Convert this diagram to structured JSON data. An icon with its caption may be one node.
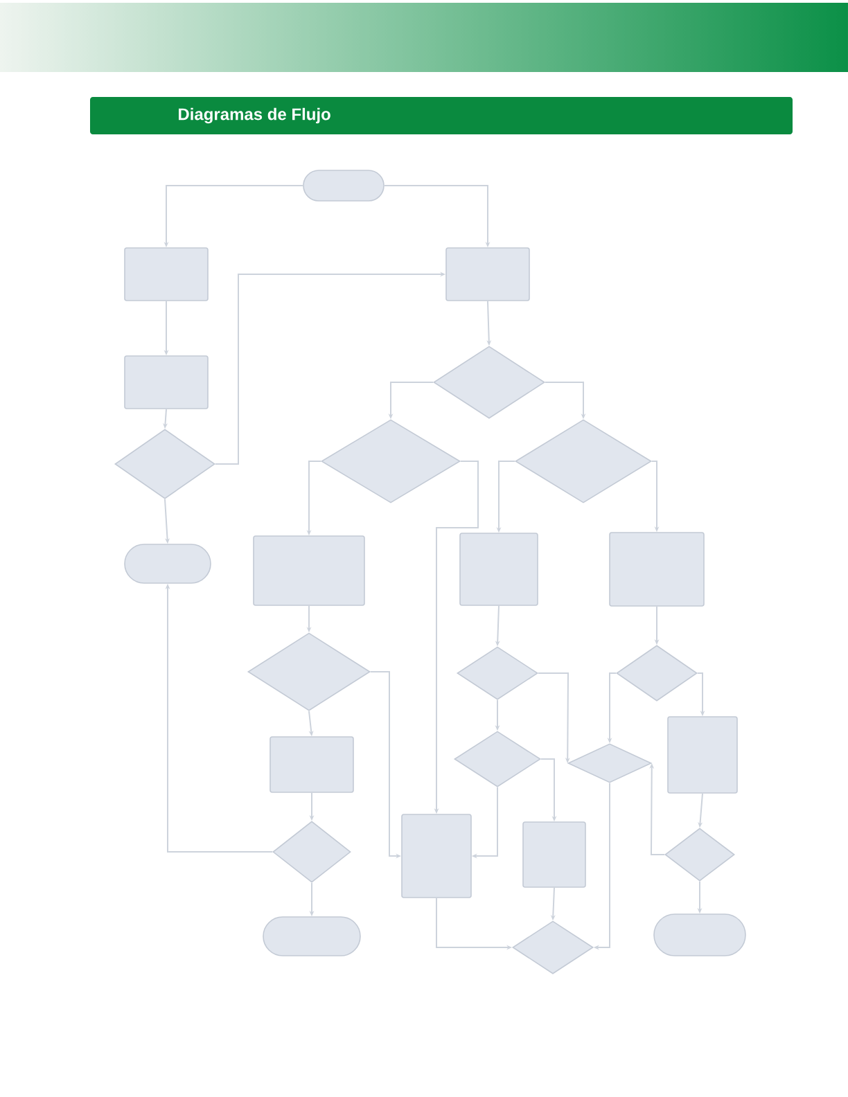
{
  "diagram": {
    "title": "Diagramas de Flujo",
    "nodes": [
      {
        "text": [],
        "shape": "oval"
      },
      {
        "text": [],
        "shape": "box"
      },
      {
        "text": [],
        "shape": "box"
      },
      {
        "text": [],
        "shape": "box"
      },
      {
        "text": [],
        "shape": "diamond"
      },
      {
        "text": [],
        "shape": "diamond"
      },
      {
        "text": [],
        "shape": "diamond"
      },
      {
        "text": [],
        "shape": "diamond"
      },
      {
        "text": [],
        "shape": "oval"
      },
      {
        "text": [],
        "shape": "box"
      },
      {
        "text": [],
        "shape": "box"
      },
      {
        "text": [],
        "shape": "box"
      },
      {
        "text": [],
        "shape": "diamond"
      },
      {
        "text": [],
        "shape": "diamond"
      },
      {
        "text": [],
        "shape": "diamond"
      },
      {
        "text": [],
        "shape": "box"
      },
      {
        "text": [],
        "shape": "diamond"
      },
      {
        "text": [],
        "shape": "diamond"
      },
      {
        "text": [],
        "shape": "box"
      },
      {
        "text": [],
        "shape": "box"
      },
      {
        "text": [],
        "shape": "box"
      },
      {
        "text": [],
        "shape": "diamond"
      },
      {
        "text": [],
        "shape": "diamond"
      },
      {
        "text": [],
        "shape": "oval"
      },
      {
        "text": [],
        "shape": "diamond"
      },
      {
        "text": [],
        "shape": "oval"
      }
    ],
    "edges": [
      {
        "from": 0,
        "to": 1,
        "arrow": "to"
      },
      {
        "from": 0,
        "to": 2,
        "arrow": "to"
      },
      {
        "from": 1,
        "to": 3,
        "arrow": "to"
      },
      {
        "from": 3,
        "to": 5,
        "arrow": "to"
      },
      {
        "from": 5,
        "to": 2,
        "arrow": "to"
      },
      {
        "from": 5,
        "to": 8,
        "arrow": "to"
      },
      {
        "from": 2,
        "to": 4,
        "arrow": "to"
      },
      {
        "from": 4,
        "to": 6,
        "arrow": "to"
      },
      {
        "from": 4,
        "to": 7,
        "arrow": "to"
      },
      {
        "from": 6,
        "to": 9,
        "arrow": "to"
      },
      {
        "from": 6,
        "to": 19,
        "arrow": "to"
      },
      {
        "from": 7,
        "to": 10,
        "arrow": "to"
      },
      {
        "from": 7,
        "to": 11,
        "arrow": "to"
      },
      {
        "from": 9,
        "to": 12,
        "arrow": "to"
      },
      {
        "from": 12,
        "to": 15,
        "arrow": "to"
      },
      {
        "from": 12,
        "to": 19,
        "arrow": "to"
      },
      {
        "from": 15,
        "to": 21,
        "arrow": "to"
      },
      {
        "from": 21,
        "to": 8,
        "arrow": "to"
      },
      {
        "from": 21,
        "to": 23,
        "arrow": "to"
      },
      {
        "from": 10,
        "to": 13,
        "arrow": "to"
      },
      {
        "from": 13,
        "to": 16,
        "arrow": "to"
      },
      {
        "from": 13,
        "to": 17,
        "arrow": "to"
      },
      {
        "from": 11,
        "to": 14,
        "arrow": "to"
      },
      {
        "from": 14,
        "to": 17,
        "arrow": "to"
      },
      {
        "from": 14,
        "to": 18,
        "arrow": "to"
      },
      {
        "from": 16,
        "to": 19,
        "arrow": "to"
      },
      {
        "from": 16,
        "to": 20,
        "arrow": "to"
      },
      {
        "from": 17,
        "to": 24,
        "arrow": "to"
      },
      {
        "from": 20,
        "to": 24,
        "arrow": "to"
      },
      {
        "from": 19,
        "to": 24,
        "arrow": "to"
      },
      {
        "from": 18,
        "to": 22,
        "arrow": "to"
      },
      {
        "from": 22,
        "to": 25,
        "arrow": "to"
      },
      {
        "from": 22,
        "to": 17,
        "arrow": "to"
      }
    ]
  }
}
